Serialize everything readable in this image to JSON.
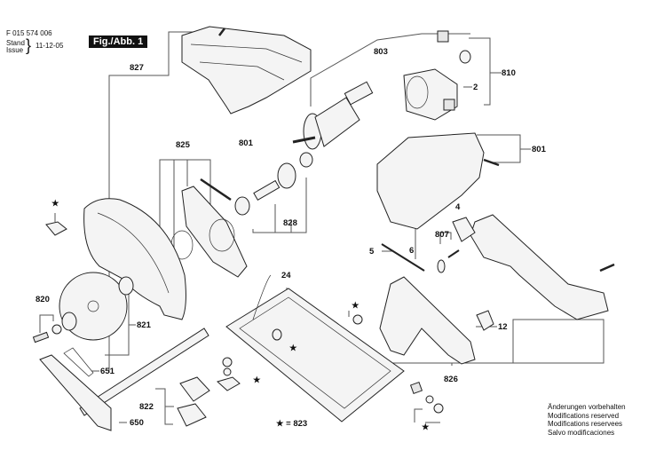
{
  "header": {
    "part_number": "F 015 574 006",
    "stand_label": "Stand",
    "issue_label": "Issue",
    "date": "11-12-05",
    "figure": "Fig./Abb. 1"
  },
  "labels": {
    "l827": "827",
    "l801a": "801",
    "l803": "803",
    "l810": "810",
    "l2": "2",
    "l801b": "801",
    "l825": "825",
    "l828": "828",
    "l4": "4",
    "l807": "807",
    "l5": "5",
    "l6": "6",
    "l24": "24",
    "l820": "820",
    "l821": "821",
    "l12": "12",
    "l651": "651",
    "l826": "826",
    "l822": "822",
    "l650": "650",
    "l823": "★ = 823"
  },
  "star_symbol": "★",
  "notes": [
    "Änderungen vorbehalten",
    "Modifications reserved",
    "Modifications reservees",
    "Salvo modificaciones"
  ]
}
